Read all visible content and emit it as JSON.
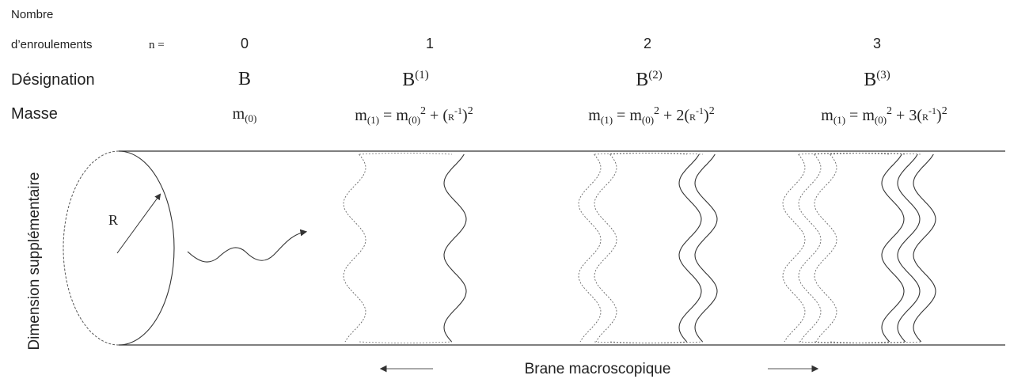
{
  "header": {
    "winding_label_line1": "Nombre",
    "winding_label_line2": "d’enroulements",
    "n_label": "n =",
    "designation_label": "Désignation",
    "mass_label": "Masse"
  },
  "columns": [
    {
      "n": "0",
      "designation_base": "B",
      "designation_sup": "",
      "mass": {
        "m": "m",
        "sub": "(0)",
        "rest": []
      }
    },
    {
      "n": "1",
      "designation_base": "B",
      "designation_sup": "(1)",
      "mass": {
        "m": "m",
        "sub": "(1)",
        "eq": " = m",
        "sub2": "(0)",
        "sup2": "2",
        "plus": " + (",
        "coef": "",
        "r": "R",
        "rsup": "-1",
        "close": ")",
        "sup3": "2"
      }
    },
    {
      "n": "2",
      "designation_base": "B",
      "designation_sup": "(2)",
      "mass": {
        "m": "m",
        "sub": "(1)",
        "eq": " = m",
        "sub2": "(0)",
        "sup2": "2",
        "plus": " + 2(",
        "coef": "",
        "r": "R",
        "rsup": "-1",
        "close": ")",
        "sup3": "2"
      }
    },
    {
      "n": "3",
      "designation_base": "B",
      "designation_sup": "(3)",
      "mass": {
        "m": "m",
        "sub": "(1)",
        "eq": " = m",
        "sub2": "(0)",
        "sup2": "2",
        "plus": " + 3(",
        "coef": "",
        "r": "R",
        "rsup": "-1",
        "close": ")",
        "sup3": "2"
      }
    }
  ],
  "diagram": {
    "radius_label": "R",
    "vertical_axis_label": "Dimension supplémentaire",
    "horizontal_axis_label": "Brane macroscopique"
  }
}
